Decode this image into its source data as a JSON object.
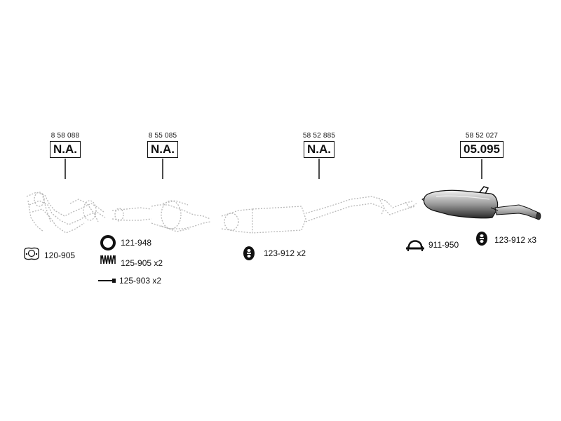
{
  "callouts": [
    {
      "oe_number": "8 58 088",
      "part_number": "N.A."
    },
    {
      "oe_number": "8 55 085",
      "part_number": "N.A."
    },
    {
      "oe_number": "58 52 885",
      "part_number": "N.A."
    },
    {
      "oe_number": "58 52 027",
      "part_number": "05.095"
    }
  ],
  "accessories": [
    {
      "label": "120-905",
      "icon": "gasket-icon"
    },
    {
      "label": "121-948",
      "icon": "ring-seal-icon"
    },
    {
      "label": "125-905 x2",
      "icon": "spring-icon"
    },
    {
      "label": "125-903 x2",
      "icon": "bolt-icon"
    },
    {
      "label": "123-912 x2",
      "icon": "rubber-mount-icon"
    },
    {
      "label": "911-950",
      "icon": "pipe-clamp-icon"
    },
    {
      "label": "123-912 x3",
      "icon": "rubber-mount-icon"
    }
  ]
}
